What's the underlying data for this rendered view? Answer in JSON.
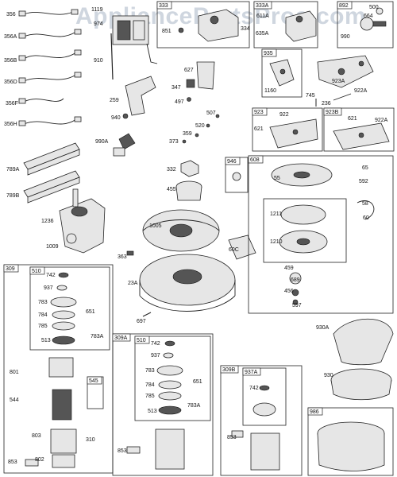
{
  "watermark": "AppliancePartsPros.com",
  "labels": {
    "p356": "356",
    "p356A": "356A",
    "p356B": "356B",
    "p356D": "356D",
    "p356F": "356F",
    "p356H": "356H",
    "p789A": "789A",
    "p789B": "789B",
    "p1119": "1119",
    "p974": "974",
    "p910": "910",
    "p259": "259",
    "p940": "940",
    "p990A": "990A",
    "p1236": "1236",
    "p1009": "1009",
    "p627": "627",
    "p347": "347",
    "p497": "497",
    "p507": "507",
    "p520": "520",
    "p359": "359",
    "p373": "373",
    "p745": "745",
    "p236": "236",
    "p332": "332",
    "p455": "455",
    "p1005": "1005",
    "p363": "363",
    "p23A": "23A",
    "p60C": "60C",
    "p697": "697",
    "p851a": "851",
    "p334": "334",
    "p611A": "611A",
    "p635A": "635A",
    "p500": "500",
    "p664": "664",
    "p990": "990",
    "p1160": "1160",
    "p923A": "923A",
    "p922A": "922A",
    "p621": "621",
    "p922": "922",
    "p621b": "621",
    "p922Ab": "922A",
    "p55": "55",
    "p65": "65",
    "p592": "592",
    "p58": "58",
    "p60": "60",
    "p1211": "1211",
    "p1210": "1210",
    "p459": "459",
    "p689": "689",
    "p456": "456",
    "p597": "597",
    "p930A": "930A",
    "p930": "930",
    "p742": "742",
    "p937": "937",
    "p783": "783",
    "p651": "651",
    "p784": "784",
    "p785": "785",
    "p783A": "783A",
    "p513": "513",
    "p801": "801",
    "p544": "544",
    "p803": "803",
    "p310": "310",
    "p853": "853",
    "p802": "802",
    "p742b": "742",
    "p937b": "937",
    "p783b": "783",
    "p651b": "651",
    "p784b": "784",
    "p785b": "785",
    "p783Ab": "783A",
    "p513b": "513",
    "p853b": "853",
    "p742c": "742",
    "p853c": "853"
  },
  "boxes": {
    "b333": "333",
    "b333A": "333A",
    "b892": "892",
    "b935": "935",
    "b923": "923",
    "b923B": "923B",
    "b946": "946",
    "b608": "608",
    "b309": "309",
    "b510": "510",
    "b545": "545",
    "b309A": "309A",
    "b510b": "510",
    "b309B": "309B",
    "b937A": "937A",
    "b986": "986"
  }
}
